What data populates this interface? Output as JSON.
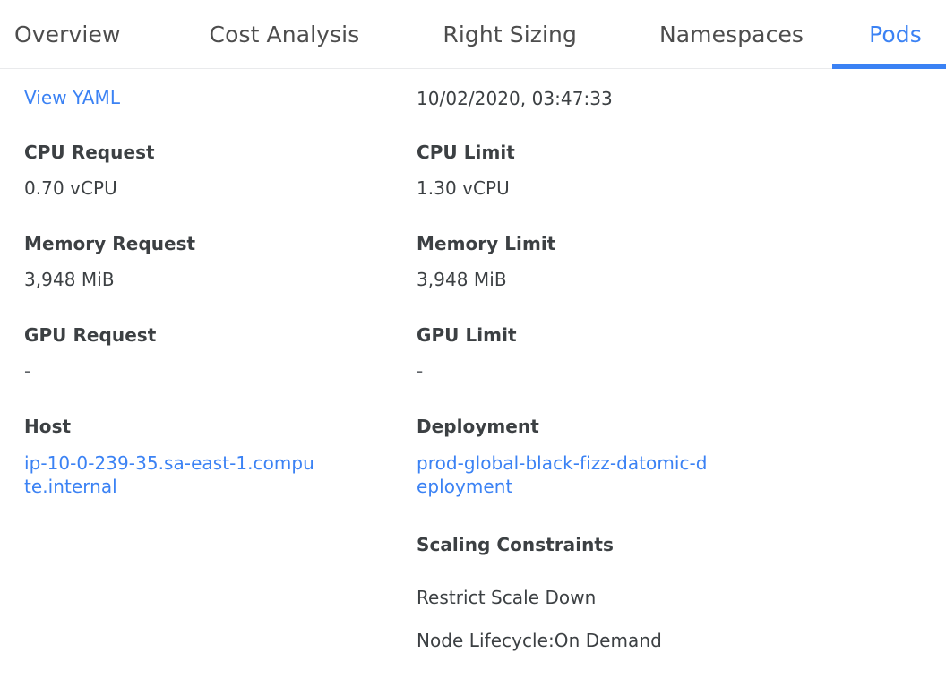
{
  "tabs": [
    {
      "id": "overview",
      "label": "Overview",
      "active": false
    },
    {
      "id": "cost-analysis",
      "label": "Cost Analysis",
      "active": false
    },
    {
      "id": "right-sizing",
      "label": "Right Sizing",
      "active": false
    },
    {
      "id": "namespaces",
      "label": "Namespaces",
      "active": false
    },
    {
      "id": "pods",
      "label": "Pods",
      "active": true
    }
  ],
  "colors": {
    "accent": "#3b82f4",
    "link": "#3b82f4",
    "text": "#3c4043",
    "tab_inactive": "#4d4d4d",
    "divider": "#e9eaec",
    "background": "#ffffff"
  },
  "detail": {
    "left": {
      "view_yaml_link": "View YAML",
      "fields": [
        {
          "label": "CPU Request",
          "value": "0.70 vCPU"
        },
        {
          "label": "Memory Request",
          "value": "3,948 MiB"
        },
        {
          "label": "GPU Request",
          "value": "-"
        },
        {
          "label": "Host",
          "value": "ip-10-0-239-35.sa-east-1.compute.internal",
          "is_link": true
        }
      ]
    },
    "right": {
      "timestamp": "10/02/2020, 03:47:33",
      "fields": [
        {
          "label": "CPU Limit",
          "value": "1.30 vCPU"
        },
        {
          "label": "Memory Limit",
          "value": "3,948 MiB"
        },
        {
          "label": "GPU Limit",
          "value": "-"
        },
        {
          "label": "Deployment",
          "value": "prod-global-black-fizz-datomic-deployment",
          "is_link": true
        }
      ],
      "scaling_constraints": {
        "label": "Scaling Constraints",
        "items": [
          "Restrict Scale Down",
          "Node Lifecycle:On Demand"
        ]
      }
    }
  }
}
